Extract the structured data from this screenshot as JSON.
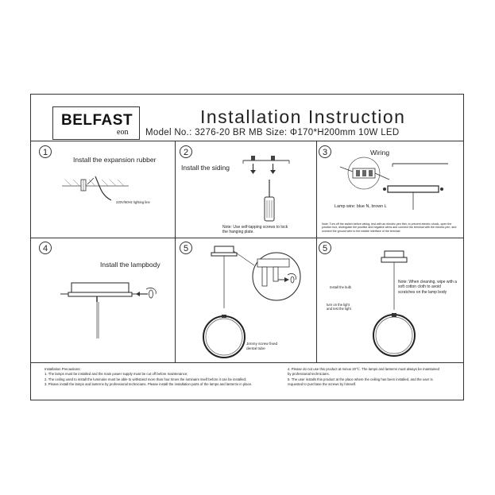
{
  "header": {
    "logo_main": "BELFAST",
    "logo_sub": "eon",
    "title": "Installation Instruction",
    "model_line": "Model No.: 3276-20  BR MB  Size: Φ170*H200mm    10W LED"
  },
  "steps": [
    {
      "number": "1",
      "title": "Install the expansion rubber",
      "note": "220V/50Hz lighting line"
    },
    {
      "number": "2",
      "title": "Install the siding",
      "note": "Note: Use self-tapping screws to lock the hanging plate."
    },
    {
      "number": "3",
      "title": "Wiring",
      "note": "Lamp wire: blue N, brown L",
      "warning": "Note: Turn off the switch before wiring, test with an electric pen first, to prevent electric shock, open the junction box, distinguish the positive and negative wires and connect the terminal with the electric pen, and connect the ground wire to the middle interface of the terminal"
    },
    {
      "number": "4",
      "title": "Install the lampbody"
    },
    {
      "number": "5",
      "note": "Jimmy screw fixed dental tube"
    },
    {
      "number": "5",
      "label_a": "Install the bulb",
      "label_b": "turn on the light and test the light",
      "note": "Note: When cleaning, wipe with a soft cotton cloth to avoid scratches on the lamp body"
    }
  ],
  "precautions": {
    "heading": "Installation Precautions:",
    "left": [
      "1. The lamps must be installed and the main power supply must be cut off before maintenance;",
      "2. The ceiling used to install the luminaire must be able to withstand more than four times the luminaire itself before it can be installed;",
      "3. Please install the lamps and lanterns by professional technicians. Please install the installation parts of the lamps and lanterns in place."
    ],
    "right": [
      "4. Please do not use this product at minus 20℃. The lamps and lanterns must always be maintained",
      "by professional technicians.",
      "5. The user installs this product at the place where the ceiling has been installed, and the user is",
      "requested to purchase the screws by himself."
    ]
  }
}
